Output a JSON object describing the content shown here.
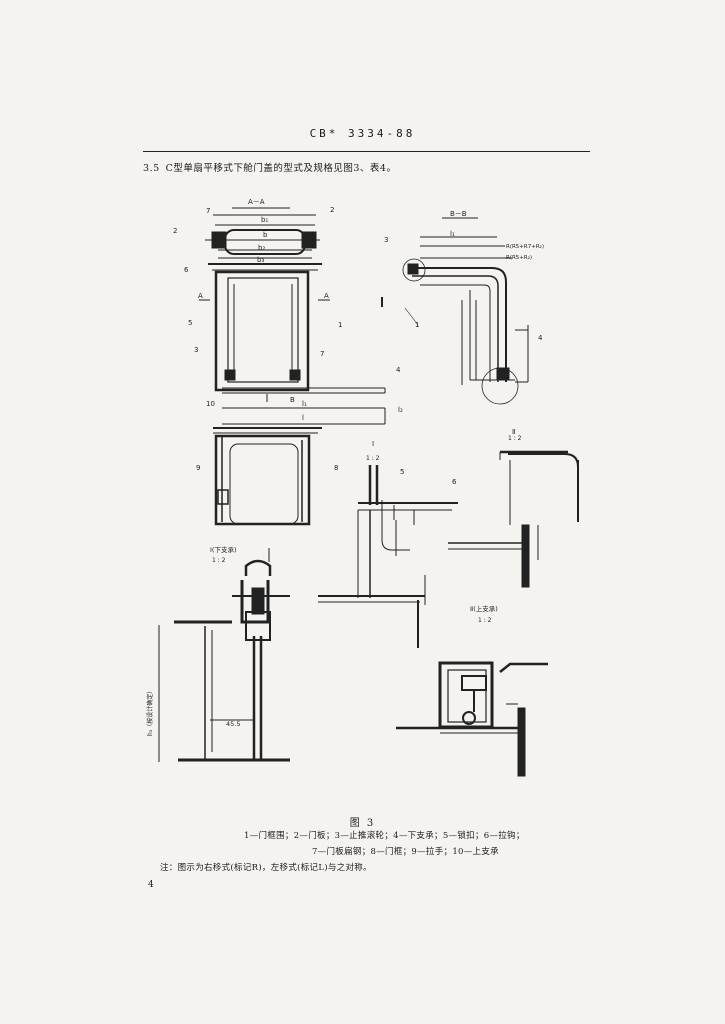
{
  "header": {
    "standard_no": "CB* 3334-88"
  },
  "clause": {
    "number": "3.5",
    "text": "C型单扇平移式下舱门盖的型式及规格见图3、表4。"
  },
  "views": {
    "section_aa": "A－A",
    "section_bb": "B－B",
    "detail_1": "Ⅰ(下支承)",
    "scale_1_2": "1 : 2",
    "detail_2_scale": "1 : 2",
    "detail_3": "Ⅱ(上支承)",
    "detail_3_scale": "1 : 2",
    "detail_4_scale": "1 : 2",
    "section_roman": "Ⅰ",
    "roman_ii": "Ⅱ",
    "dim_45": "45.5",
    "dim_h3": "h₃（按设计确定）",
    "dim_b": "b",
    "dim_b1": "b₁",
    "dim_b2": "b₂",
    "dim_b3": "b₃",
    "dim_l1": "l₁",
    "dim_l2": "l₂",
    "dim_l": "l",
    "radius1": "R(R5+R7+R₂)",
    "radius2": "R(R5+R₂)",
    "callouts": [
      "1",
      "2",
      "3",
      "4",
      "5",
      "6",
      "7",
      "8",
      "9",
      "10"
    ],
    "label_a": "A",
    "label_b": "B"
  },
  "figure": {
    "title": "图 3",
    "legend_line1": "1—门框围；2—门板；3—止推滚轮；4—下支承；5—锁扣；6—拉钩；",
    "legend_line2": "7—门板扁钢；8—门框；9—拉手；10—上支承",
    "note": "注：图示为右移式(标记R)，左移式(标记L)与之对称。"
  },
  "page": {
    "number": "4"
  }
}
